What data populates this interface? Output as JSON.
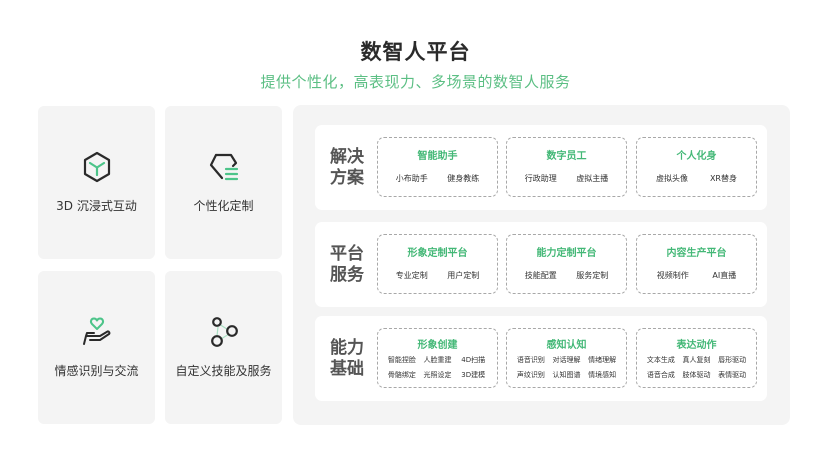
{
  "header": {
    "title": "数智人平台",
    "subtitle": "提供个性化，高表现力、多场景的数智人服务"
  },
  "colors": {
    "accent": "#44b877",
    "subtitle": "#5cbf84",
    "card_bg": "#f4f4f4",
    "text_dark": "#333333"
  },
  "features": [
    {
      "label": "3D 沉浸式互动",
      "icon": "cube-icon"
    },
    {
      "label": "个性化定制",
      "icon": "gem-list-icon"
    },
    {
      "label": "情感识别与交流",
      "icon": "heart-hand-icon"
    },
    {
      "label": "自定义技能及服务",
      "icon": "nodes-icon"
    }
  ],
  "layers": [
    {
      "title_line1": "解决",
      "title_line2": "方案",
      "boxes": [
        {
          "title": "智能助手",
          "items": [
            "小布助手",
            "健身教练"
          ]
        },
        {
          "title": "数字员工",
          "items": [
            "行政助理",
            "虚拟主播"
          ]
        },
        {
          "title": "个人化身",
          "items": [
            "虚拟头像",
            "XR替身"
          ]
        }
      ]
    },
    {
      "title_line1": "平台",
      "title_line2": "服务",
      "boxes": [
        {
          "title": "形象定制平台",
          "items": [
            "专业定制",
            "用户定制"
          ]
        },
        {
          "title": "能力定制平台",
          "items": [
            "技能配置",
            "服务定制"
          ]
        },
        {
          "title": "内容生产平台",
          "items": [
            "视频制作",
            "AI直播"
          ]
        }
      ]
    },
    {
      "title_line1": "能力",
      "title_line2": "基础",
      "boxes": [
        {
          "title": "形象创建",
          "items": [
            "智能捏脸",
            "人脸重建",
            "4D扫描",
            "骨骼绑定",
            "光照设定",
            "3D建模"
          ]
        },
        {
          "title": "感知认知",
          "items": [
            "语音识别",
            "对话理解",
            "情绪理解",
            "声纹识别",
            "认知图谱",
            "情境感知"
          ]
        },
        {
          "title": "表达动作",
          "items": [
            "文本生成",
            "真人复刻",
            "唇形驱动",
            "语音合成",
            "肢体驱动",
            "表情驱动"
          ]
        }
      ]
    }
  ]
}
